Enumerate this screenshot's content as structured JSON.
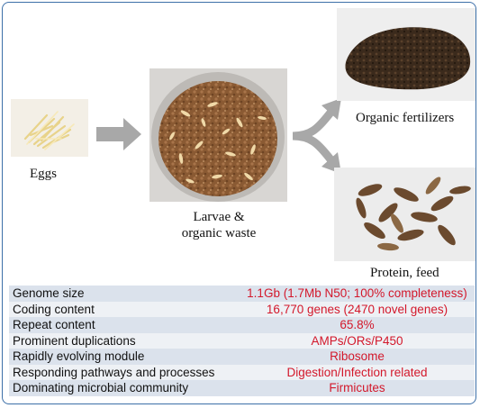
{
  "stages": {
    "eggs_label": "Eggs",
    "larvae_label_line1": "Larvae &",
    "larvae_label_line2": "organic waste",
    "fertilizer_label": "Organic fertilizers",
    "protein_label": "Protein, feed"
  },
  "table": {
    "rows": [
      {
        "key": "Genome size",
        "value": "1.1Gb (1.7Mb N50; 100% completeness)"
      },
      {
        "key": "Coding content",
        "value": "16,770 genes (2470 novel genes)"
      },
      {
        "key": "Repeat content",
        "value": "65.8%"
      },
      {
        "key": "Prominent duplications",
        "value": "AMPs/ORs/P450"
      },
      {
        "key": "Rapidly evolving module",
        "value": "Ribosome"
      },
      {
        "key": "Responding pathways and processes",
        "value": "Digestion/Infection related"
      },
      {
        "key": "Dominating microbial community",
        "value": "Firmicutes"
      }
    ]
  },
  "colors": {
    "border": "#3c6fa8",
    "value_text": "#d3182b",
    "row_dark": "#dbe2ec",
    "row_light": "#eef1f5",
    "arrow": "#a8a8a8"
  }
}
